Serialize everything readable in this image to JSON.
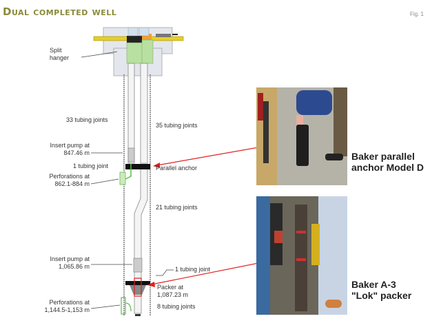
{
  "title": "Dual completed well",
  "figure_label": "Fig. 1",
  "colors": {
    "title": "#8a8a3a",
    "arrow": "#e02020",
    "hanger_green": "#b8e0a0",
    "perforation_green": "#5cbf4a",
    "wellhead_yellow": "#e8d020",
    "orange": "#f0a030"
  },
  "labels": {
    "split_hanger": [
      "Split",
      "hanger"
    ],
    "left_tubing_joints_top": "33 tubing joints",
    "right_tubing_joints_top": "35 tubing joints",
    "insert_pump_1": [
      "Insert pump at",
      "847.46 m"
    ],
    "one_tubing_joint_1": "1 tubing joint",
    "parallel_anchor": "Parallel anchor",
    "perforations_1": [
      "Perforations at",
      "862.1-884 m"
    ],
    "right_tubing_joints_mid": "21 tubing joints",
    "insert_pump_2": [
      "Insert pump at",
      "1,065.86 m"
    ],
    "one_tubing_joint_2": "1 tubing joint",
    "packer": [
      "Packer at",
      "1,087.23 m"
    ],
    "perforations_2": [
      "Perforations at",
      "1,144.5-1,153 m"
    ],
    "bottom_tubing_joints": "8 tubing joints"
  },
  "photos": [
    {
      "caption": [
        "Baker parallel",
        "anchor Model D"
      ]
    },
    {
      "caption": [
        "Baker A-3",
        "\"Lok\" packer"
      ]
    }
  ]
}
